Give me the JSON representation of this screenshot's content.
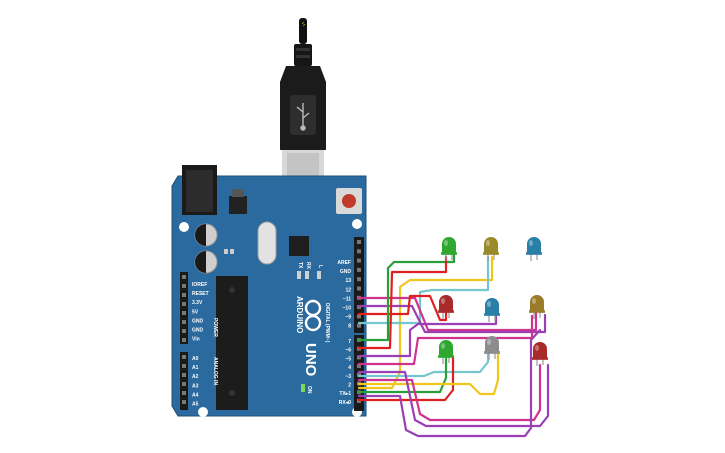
{
  "board": {
    "brand": "ARDUINO",
    "model": "UNO",
    "on_label": "ON",
    "tx_label": "TX",
    "rx_label": "RX",
    "l_label": "L",
    "power_header_title": "POWER",
    "analog_header_title": "ANALOG IN",
    "digital_header_title": "DIGITAL (PWM~)",
    "power_pins": [
      "IOREF",
      "RESET",
      "3.3V",
      "5V",
      "GND",
      "GND",
      "Vin"
    ],
    "analog_pins": [
      "A0",
      "A1",
      "A2",
      "A3",
      "A4",
      "A5"
    ],
    "digital_pins_top": [
      "AREF",
      "GND",
      "13",
      "12",
      "~11",
      "~10",
      "~9",
      "8"
    ],
    "digital_pins_bottom": [
      "7",
      "~6",
      "~5",
      "4",
      "~3",
      "2",
      "TX▸1",
      "RX◂0"
    ]
  },
  "leds": [
    {
      "color": "#2ea82e",
      "label": "green"
    },
    {
      "color": "#9b8a2a",
      "label": "yellow"
    },
    {
      "color": "#2a7fa8",
      "label": "blue"
    },
    {
      "color": "#a82a2a",
      "label": "red"
    },
    {
      "color": "#2a7fa8",
      "label": "blue"
    },
    {
      "color": "#9b7a2a",
      "label": "yellow"
    },
    {
      "color": "#2ea82e",
      "label": "green"
    },
    {
      "color": "#8c8c8c",
      "label": "grey"
    },
    {
      "color": "#a82a2a",
      "label": "red"
    }
  ],
  "colors": {
    "board": "#2b6a9e",
    "board_edge": "#1d4f78",
    "header": "#1a1a1a",
    "wire_red": "#e02020",
    "wire_green": "#27a03c",
    "wire_yellow": "#f0c51c",
    "wire_purple": "#9b3fb5",
    "wire_magenta": "#d0338e",
    "wire_teal": "#74c6d0"
  }
}
